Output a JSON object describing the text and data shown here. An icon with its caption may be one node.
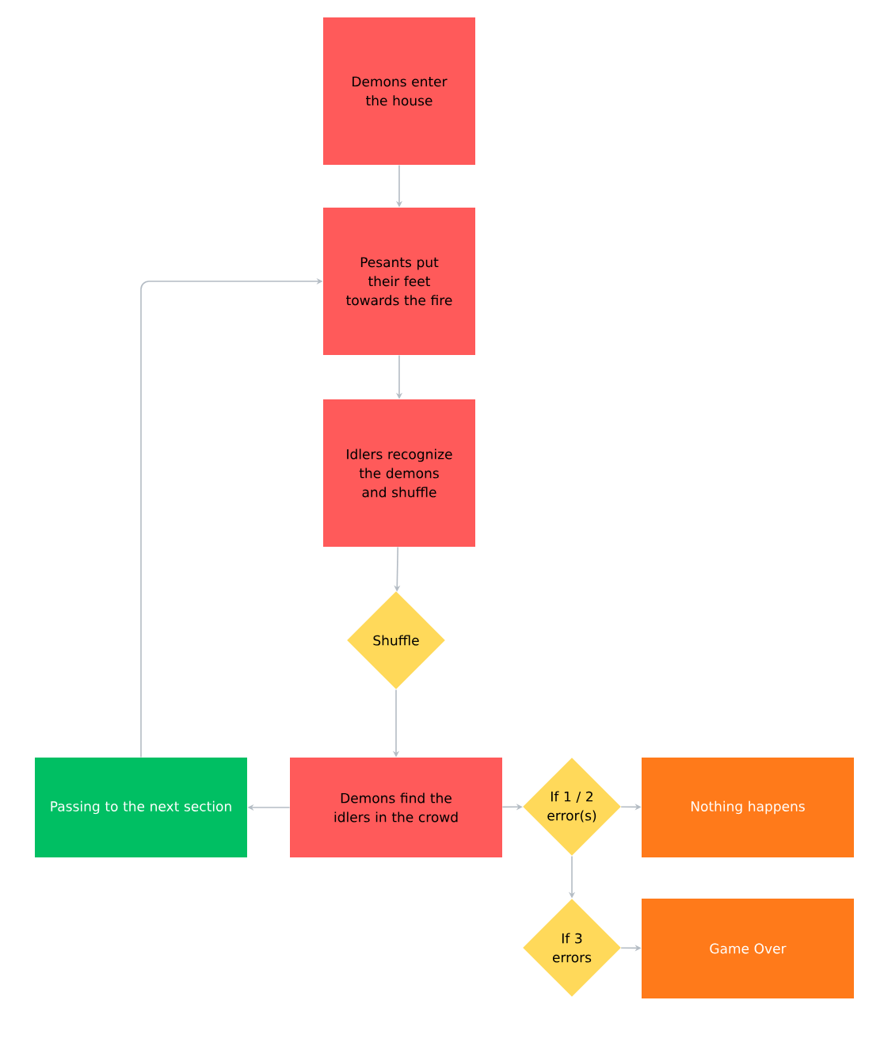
{
  "diagram": {
    "nodes": [
      {
        "text": [
          "Demons enter the house"
        ]
      },
      {
        "text": [
          "Pesants put their feet towards the fire"
        ]
      },
      {
        "text": [
          "Idlers recognize the demons and shuffle"
        ]
      },
      {
        "text": [
          "Shuffle"
        ]
      },
      {
        "text": [
          "Demons find the idlers in the crowd"
        ]
      },
      {
        "text": [
          "Passing to the next section"
        ]
      },
      {
        "text": [
          "If 1 / 2 error(s)"
        ]
      },
      {
        "text": [
          "Nothing happens"
        ]
      },
      {
        "text": [
          "If 3 errors"
        ]
      },
      {
        "text": [
          "Game Over"
        ]
      }
    ],
    "edges": [
      {
        "from": 0,
        "to": 1,
        "arrow": "to"
      },
      {
        "from": 1,
        "to": 2,
        "arrow": "to"
      },
      {
        "from": 2,
        "to": 3,
        "arrow": "to"
      },
      {
        "from": 3,
        "to": 4,
        "arrow": "to"
      },
      {
        "from": 4,
        "to": 5,
        "arrow": "to"
      },
      {
        "from": 5,
        "to": 1,
        "arrow": "to"
      },
      {
        "from": 4,
        "to": 6,
        "arrow": "to"
      },
      {
        "from": 6,
        "to": 7,
        "arrow": "to"
      },
      {
        "from": 6,
        "to": 8,
        "arrow": "to"
      },
      {
        "from": 8,
        "to": 9,
        "arrow": "to"
      }
    ]
  }
}
